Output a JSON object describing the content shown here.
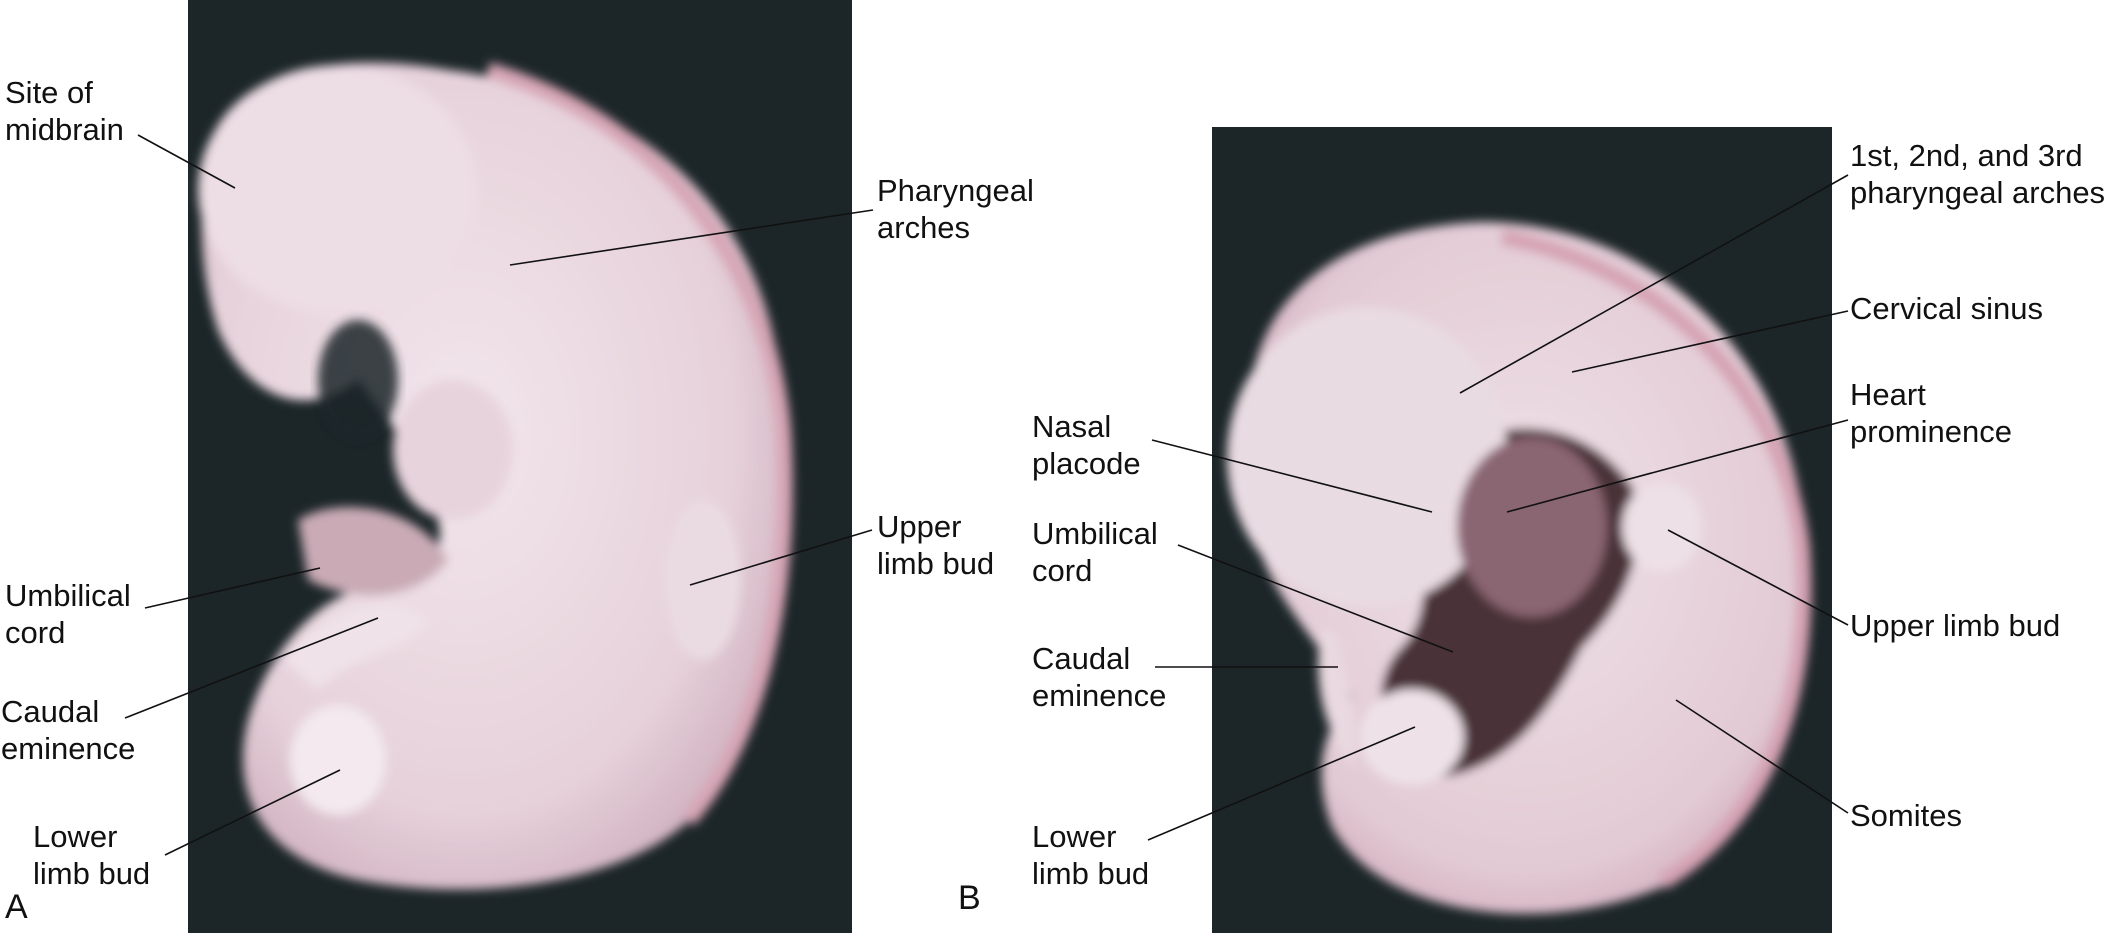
{
  "panels": {
    "a": {
      "letter": "A",
      "labels": {
        "midbrain": "Site of\nmidbrain",
        "pharyngeal_arches": "Pharyngeal\narches",
        "upper_limb_bud": "Upper\nlimb bud",
        "umbilical_cord": "Umbilical\ncord",
        "caudal_eminence": "Caudal\neminence",
        "lower_limb_bud": "Lower\nlimb bud"
      }
    },
    "b": {
      "letter": "B",
      "labels": {
        "pharyngeal_arches": "1st, 2nd, and 3rd\npharyngeal arches",
        "cervical_sinus": "Cervical sinus",
        "heart_prominence": "Heart\nprominence",
        "nasal_placode": "Nasal\nplacode",
        "umbilical_cord": "Umbilical\ncord",
        "caudal_eminence": "Caudal\neminence",
        "upper_limb_bud": "Upper limb bud",
        "lower_limb_bud": "Lower\nlimb bud",
        "somites": "Somites"
      }
    }
  },
  "colors": {
    "photo_background": "#1c2629",
    "embryo_tissue": "#ead9e0",
    "label_text": "#111111"
  }
}
